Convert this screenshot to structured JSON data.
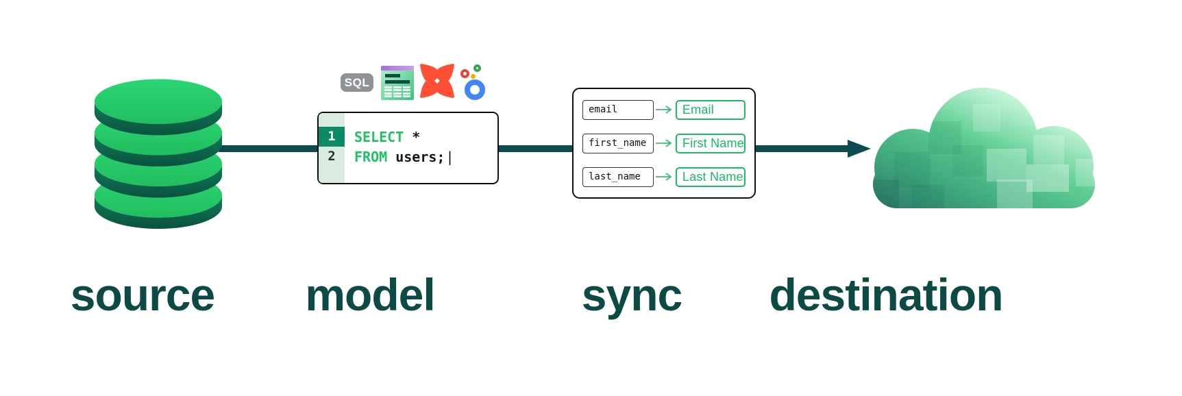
{
  "palette": {
    "arrow_teal": "#0d4b50",
    "label_teal": "#0e4a45",
    "db_green": "#25c968",
    "db_side_green": "#0e7a56",
    "code_keyword_green": "#1dc262",
    "gutter_green": "#d9ecdf",
    "active_line_green": "#0c8a66",
    "sync_green": "#17bd61",
    "sql_badge_gray": "#8f9296",
    "dbt_orange": "#ff5036",
    "looker_blue": "#4285f4"
  },
  "stages": [
    {
      "id": "source",
      "label": "source"
    },
    {
      "id": "model",
      "label": "model"
    },
    {
      "id": "sync",
      "label": "sync"
    },
    {
      "id": "destination",
      "label": "destination"
    }
  ],
  "model": {
    "sql_badge": "SQL",
    "icons": [
      "sql-badge",
      "spreadsheet-icon",
      "dbt-icon",
      "looker-icon"
    ],
    "code": {
      "lines": [
        {
          "number": "1",
          "keyword": "SELECT",
          "rest": " *"
        },
        {
          "number": "2",
          "keyword": "FROM",
          "rest": " users;"
        }
      ],
      "cursor": "|"
    }
  },
  "sync": {
    "mappings": [
      {
        "from": "email",
        "to": "Email"
      },
      {
        "from": "first_name",
        "to": "First Name"
      },
      {
        "from": "last_name",
        "to": "Last Name"
      }
    ]
  }
}
